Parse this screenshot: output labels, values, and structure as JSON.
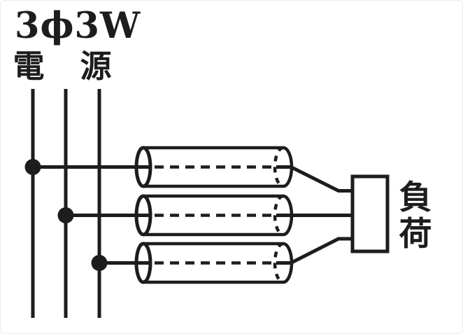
{
  "title": "3ϕ3W",
  "source": {
    "label": "電源",
    "chars": [
      "電",
      "源"
    ]
  },
  "load": {
    "label": "負荷",
    "chars": [
      "負",
      "荷"
    ]
  },
  "colors": {
    "line": "#1d1d1d",
    "text": "#1d1d1d",
    "background": "#ffffff"
  }
}
